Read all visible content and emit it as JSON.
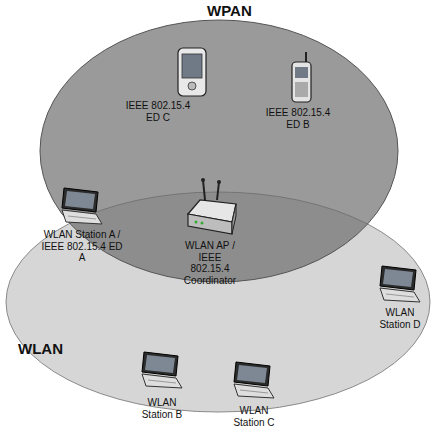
{
  "diagram": {
    "nodes": [
      {
        "text": [
          "WPAN"
        ]
      },
      {
        "text": [
          "WLAN"
        ]
      }
    ],
    "labels": [
      "IEEE 802.15.4 ED C",
      "IEEE 802.15.4 ED B",
      "WLAN Station A / IEEE 802.15.4 ED A",
      "WLAN AP / IEEE 802.15.4 Coordinator",
      "WLAN Station D",
      "WLAN Station B",
      "WLAN Station C"
    ]
  }
}
